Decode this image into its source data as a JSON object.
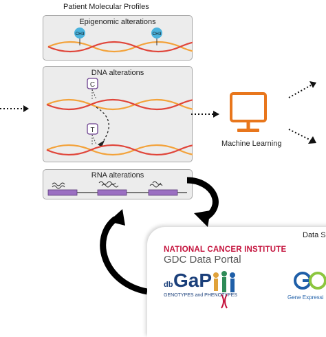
{
  "header": {
    "title": "Patient Molecular Profiles"
  },
  "panels": {
    "epigenomic": {
      "title": "Epigenomic alterations",
      "marker": "CH3"
    },
    "dna": {
      "title": "DNA alterations",
      "base_before": "C",
      "base_after": "T"
    },
    "rna": {
      "title": "RNA alterations"
    }
  },
  "ml": {
    "label": "Machine Learning"
  },
  "data_sources": {
    "title": "Data S",
    "nci_line1": "NATIONAL CANCER INSTITUTE",
    "nci_line2": "GDC Data Portal",
    "dbgap_prefix": "db",
    "dbgap_name": "GaP",
    "dbgap_tagline": "GENOTYPES and PHENOTYPES",
    "geo_text": "Gene Expressi"
  },
  "colors": {
    "panel_bg": "#ececec",
    "strand_red": "#e0453a",
    "strand_orange": "#f3a23a",
    "marker_blue": "#4bb3dd",
    "base_purple": "#6b3f8e",
    "exon_purple": "#9b6fc2",
    "ml_orange": "#e8761c",
    "nci_red": "#c4123c",
    "geo_blue": "#1f5fa8"
  }
}
